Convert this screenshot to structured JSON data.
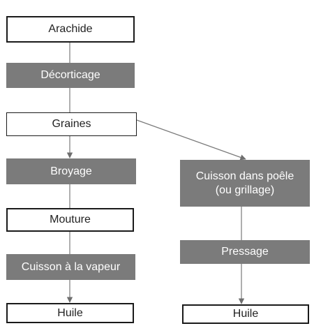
{
  "steps": {
    "arachide": "Arachide",
    "decorticage": "Décorticage",
    "graines": "Graines",
    "broyage": "Broyage",
    "mouture": "Mouture",
    "cuisson_vapeur": "Cuisson à la vapeur",
    "huile_gauche": "Huile",
    "cuisson_poele": "Cuisson dans poêle\n(ou grillage)",
    "pressage": "Pressage",
    "huile_droite": "Huile"
  },
  "colors": {
    "process_box": "#7b7b7b",
    "product_box": "#ffffff",
    "arrow": "#7a7a7a",
    "border": "#1a1a1a"
  }
}
